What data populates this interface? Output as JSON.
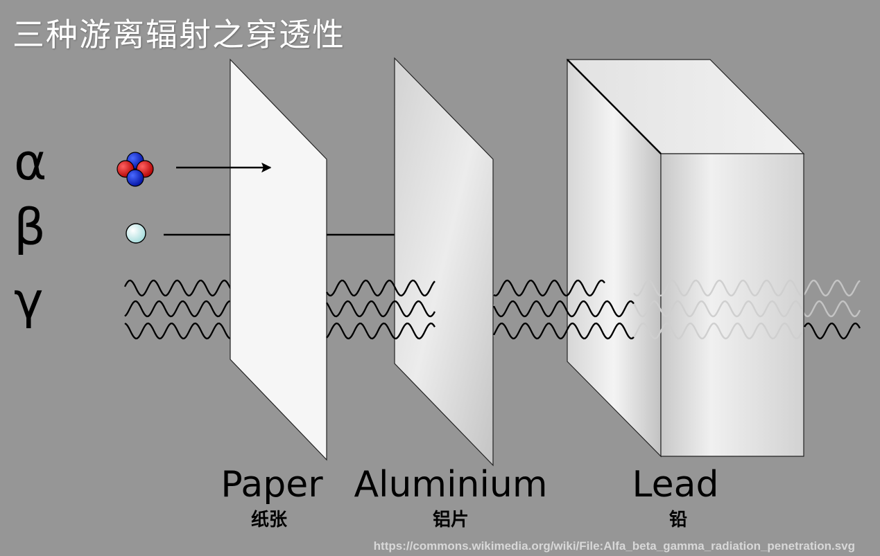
{
  "title": "三种游离辐射之穿透性",
  "rays": [
    {
      "symbol": "α"
    },
    {
      "symbol": "β"
    },
    {
      "symbol": "γ"
    }
  ],
  "materials": [
    {
      "name": "Paper",
      "name_zh": "纸张"
    },
    {
      "name": "Aluminium",
      "name_zh": "铝片"
    },
    {
      "name": "Lead",
      "name_zh": "铅"
    }
  ],
  "source": "https://commons.wikimedia.org/wiki/File:Alfa_beta_gamma_radiation_penetration.svg",
  "colors": {
    "background": "#969696",
    "proton": "#d40000",
    "neutron": "#0022cc",
    "electron": "#d8f4f4",
    "paper": "#f6f6f6",
    "aluminium": "#e4e4e4",
    "lead": "#d6d6d6"
  }
}
